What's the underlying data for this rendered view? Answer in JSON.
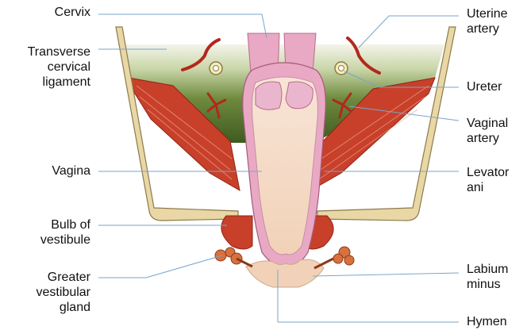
{
  "labels": {
    "cervix": "Cervix",
    "transverse_cervical_ligament": "Transverse\ncervical\nligament",
    "vagina": "Vagina",
    "bulb_of_vestibule": "Bulb of\nvestibule",
    "greater_vestibular_gland": "Greater\nvestibular\ngland",
    "uterine_artery": "Uterine\nartery",
    "ureter": "Ureter",
    "vaginal_artery": "Vaginal\nartery",
    "levator_ani": "Levator\nani",
    "labium_minus": "Labium\nminus",
    "hymen": "Hymen"
  },
  "colors": {
    "ligament_green": "#4f6b2a",
    "ligament_green_light": "#c9d6a8",
    "muscle_red": "#c8402a",
    "vagina_pink": "#e9a9c4",
    "vagina_inner": "#f6dcc6",
    "artery_red": "#b3271d",
    "bone_tan": "#e9d7a5",
    "gland_orange": "#d8703f",
    "leader_blue": "#7aa6c9"
  }
}
